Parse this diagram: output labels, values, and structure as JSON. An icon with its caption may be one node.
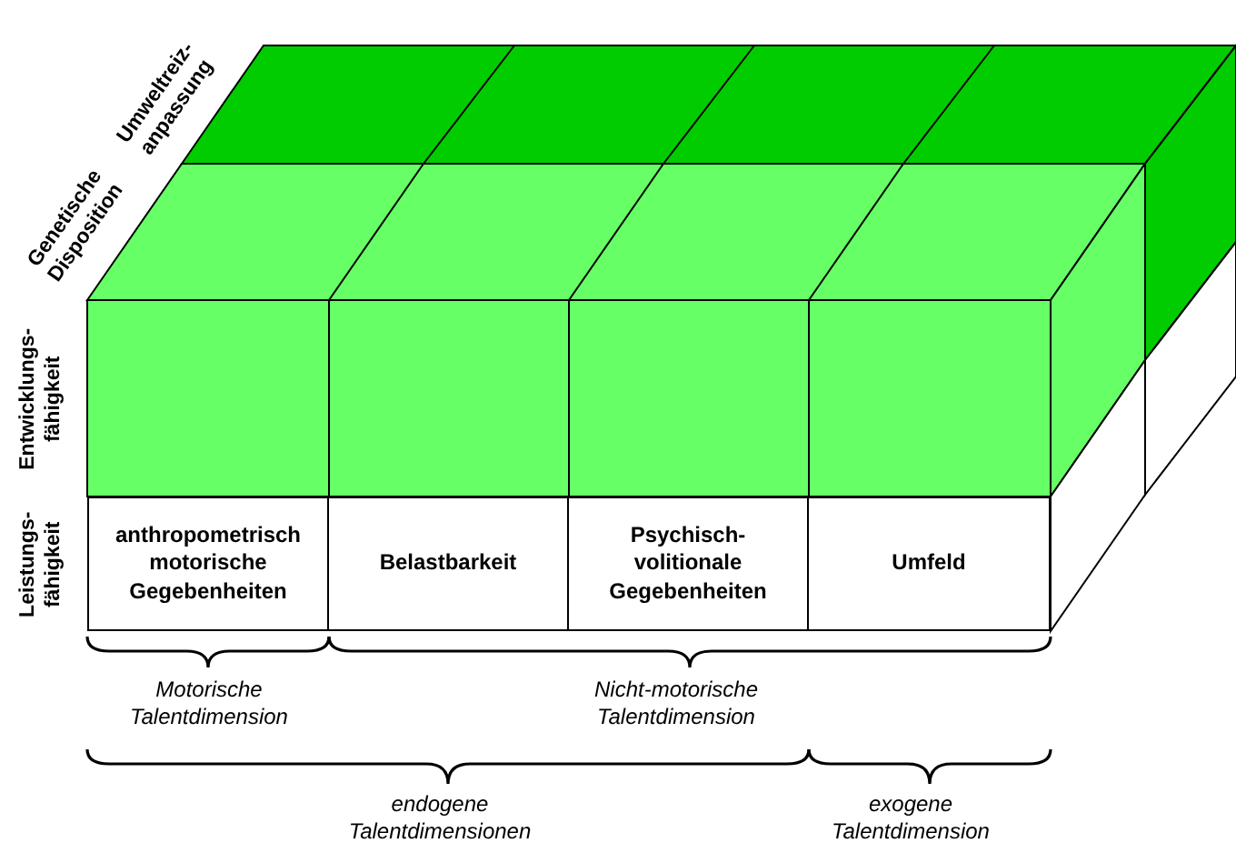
{
  "diagram": {
    "nodes": [
      {
        "text": [
          "anthropometrisch motorische Gegebenheiten"
        ]
      },
      {
        "text": [
          "Belastbarkeit"
        ]
      },
      {
        "text": [
          "Psychisch- volitionale Gegebenheiten"
        ]
      },
      {
        "text": [
          "Umfeld"
        ]
      }
    ],
    "labels": [
      "Umweltreiz- anpassung",
      "Genetische Disposition",
      "Entwicklungs- fähigkeit",
      "Leistungs- fähigkeit",
      "Motorische Talentdimension",
      "Nicht-motorische Talentdimension",
      "endogene Talentdimensionen",
      "exogene Talentdimension"
    ]
  }
}
